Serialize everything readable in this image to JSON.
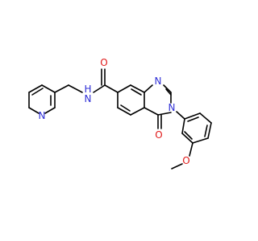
{
  "atoms": {
    "amide_o": {
      "text": "O",
      "color": "#e01818"
    },
    "amide_nh": {
      "text": "H",
      "color": "#2f2fd6"
    },
    "amide_n": {
      "text": "N",
      "color": "#2f2fd6"
    },
    "ring_n1": {
      "text": "N",
      "color": "#2f2fd6"
    },
    "ring_n3": {
      "text": "N",
      "color": "#2f2fd6"
    },
    "keto_o": {
      "text": "O",
      "color": "#e01818"
    },
    "pyridine_n": {
      "text": "N",
      "color": "#2f2fd6"
    },
    "ether_o": {
      "text": "O",
      "color": "#e01818"
    }
  }
}
